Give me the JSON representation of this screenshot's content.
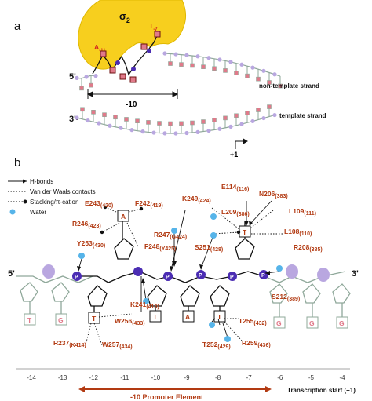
{
  "panel_a": {
    "label": "a",
    "sigma_label": "σ",
    "sigma_sub": "2",
    "a11_label": "A",
    "a11_sub": "-11",
    "t7_label": "T",
    "t7_sub": "-7",
    "five_prime": "5'-",
    "three_prime": "3'-",
    "minus10": "-10",
    "nontemplate_label": "non-template strand",
    "template_label": "template strand",
    "plus1": "+1"
  },
  "panel_b": {
    "label": "b",
    "five_prime": "5'",
    "three_prime": "3'",
    "legend": [
      {
        "label": "H-bonds",
        "style": "arrow"
      },
      {
        "label": "Van der Waals contacts",
        "style": "dotted"
      },
      {
        "label": "Stacking/π-cation",
        "style": "dot-end"
      },
      {
        "label": "Water",
        "style": "water"
      }
    ],
    "residues": {
      "e243": {
        "name": "E243",
        "sub": "(420)"
      },
      "f242": {
        "name": "F242",
        "sub": "(419)"
      },
      "r246": {
        "name": "R246",
        "sub": "(423)"
      },
      "y253": {
        "name": "Y253",
        "sub": "(430)"
      },
      "k249": {
        "name": "K249",
        "sub": "(424)"
      },
      "e114": {
        "name": "E114",
        "sub": "(116)"
      },
      "n206": {
        "name": "N206",
        "sub": "(383)"
      },
      "l209": {
        "name": "L209",
        "sub": "(386)"
      },
      "l109": {
        "name": "L109",
        "sub": "(111)"
      },
      "l108": {
        "name": "L108",
        "sub": "(110)"
      },
      "r247": {
        "name": "R247",
        "sub": "(G424)"
      },
      "f248": {
        "name": "F248",
        "sub": "(Y425)"
      },
      "s251": {
        "name": "S251",
        "sub": "(428)"
      },
      "r208": {
        "name": "R208",
        "sub": "(385)"
      },
      "k241": {
        "name": "K241",
        "sub": "(418)"
      },
      "w256": {
        "name": "W256",
        "sub": "(433)"
      },
      "s212": {
        "name": "S212",
        "sub": "(389)"
      },
      "t255": {
        "name": "T255",
        "sub": "(432)"
      },
      "r237": {
        "name": "R237",
        "sub": "(K414)"
      },
      "w257": {
        "name": "W257",
        "sub": "(434)"
      },
      "t252": {
        "name": "T252",
        "sub": "(429)"
      },
      "r259": {
        "name": "R259",
        "sub": "(436)"
      }
    },
    "bases_top": [
      "A",
      "T"
    ],
    "bases_bottom": [
      "T",
      "G",
      "T",
      "T",
      "A",
      "T",
      "G",
      "G",
      "G"
    ],
    "phosphate": "P",
    "positions": [
      "-14",
      "-13",
      "-12",
      "-11",
      "-10",
      "-9",
      "-8",
      "-7",
      "-6",
      "-5",
      "-4"
    ],
    "promoter_label": "-10 Promoter Element",
    "tss_label": "Transcription start (+1)"
  },
  "colors": {
    "sigma_fill": "#f7cf1e",
    "residue_red": "#b23a12",
    "water_blue": "#56b4e9",
    "phosphate_purple": "#4b2db3",
    "dna_green": "#8fa89a",
    "lilac": "#b9a7e0",
    "base_pink": "#e07a8a"
  }
}
